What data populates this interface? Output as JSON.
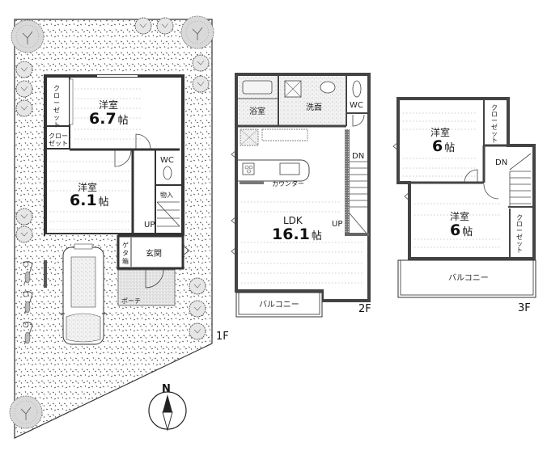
{
  "diagram": {
    "type": "floor-plan",
    "floors": [
      {
        "id": "1F",
        "label": "1F",
        "rooms": [
          {
            "name": "洋室",
            "size": "6.7",
            "unit": "帖"
          },
          {
            "name": "洋室",
            "size": "6.1",
            "unit": "帖"
          },
          {
            "name": "WC"
          },
          {
            "name": "物入"
          },
          {
            "name": "玄関"
          },
          {
            "name": "ゲタ箱"
          },
          {
            "name": "ポーチ"
          }
        ],
        "closets": [
          "クローゼット",
          "クローゼット"
        ],
        "stairs": "UP",
        "exterior": [
          "駐車スペース",
          "植栽",
          "自転車"
        ]
      },
      {
        "id": "2F",
        "label": "2F",
        "rooms": [
          {
            "name": "浴室"
          },
          {
            "name": "洗面"
          },
          {
            "name": "WC"
          },
          {
            "name": "LDK",
            "size": "16.1",
            "unit": "帖"
          },
          {
            "name": "カウンター"
          },
          {
            "name": "バルコニー"
          }
        ],
        "stairs": [
          "DN",
          "UP"
        ]
      },
      {
        "id": "3F",
        "label": "3F",
        "rooms": [
          {
            "name": "洋室",
            "size": "6",
            "unit": "帖"
          },
          {
            "name": "洋室",
            "size": "6",
            "unit": "帖"
          },
          {
            "name": "バルコニー"
          }
        ],
        "closets": [
          "クローゼット",
          "クローゼット"
        ],
        "stairs": "DN"
      }
    ],
    "compass": {
      "label": "N"
    }
  },
  "labels": {
    "f1": {
      "room1_name": "洋室",
      "room1_size": "6.7",
      "room1_unit": "帖",
      "room2_name": "洋室",
      "room2_size": "6.1",
      "room2_unit": "帖",
      "closet_a": [
        "ク",
        "ロ",
        "ー",
        "ゼ",
        "ッ",
        "ト"
      ],
      "closet_b_1": "クロー",
      "closet_b_2": "ゼット",
      "wc": "WC",
      "storage": "物入",
      "up": "UP",
      "entrance": "玄関",
      "shoe_box": [
        "ゲ",
        "タ",
        "箱"
      ],
      "porch": "ポーチ",
      "floor": "1F"
    },
    "f2": {
      "bath": "浴室",
      "washroom": "洗面",
      "wc": "WC",
      "counter": "カウンター",
      "ldk": "LDK",
      "ldk_size": "16.1",
      "ldk_unit": "帖",
      "dn": "DN",
      "up": "UP",
      "balcony": "バルコニー",
      "floor": "2F"
    },
    "f3": {
      "room1_name": "洋室",
      "room1_size": "6",
      "room1_unit": "帖",
      "room2_name": "洋室",
      "room2_size": "6",
      "room2_unit": "帖",
      "closet_a": [
        "ク",
        "ロ",
        "ー",
        "ゼ",
        "ッ",
        "ト"
      ],
      "closet_b": [
        "ク",
        "ロ",
        "ー",
        "ゼ",
        "ッ",
        "ト"
      ],
      "dn": "DN",
      "balcony": "バルコニー",
      "floor": "3F"
    },
    "compass": "N"
  }
}
